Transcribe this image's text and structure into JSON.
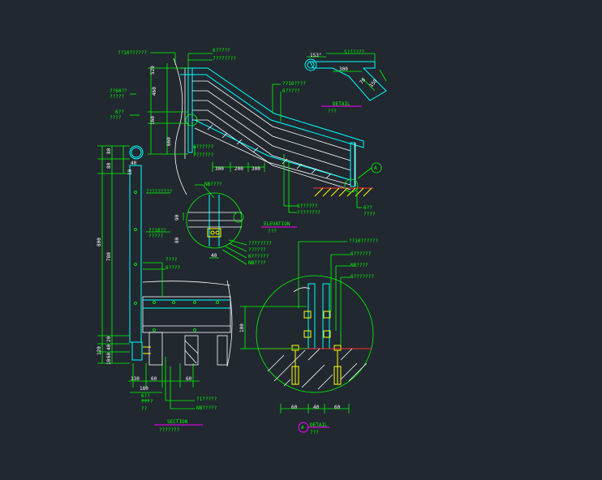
{
  "drawing": {
    "background": "#212830",
    "colors": {
      "dim": "#00ff00",
      "line": "#ffffff",
      "steel": "#00ffff",
      "bolt": "#ffff00",
      "ground": "#ff3030",
      "title": "#ff00ff"
    },
    "section": {
      "title": "SECTION",
      "subtitle": "???????",
      "labels": [
        "??10??????",
        "??60??",
        "?????",
        "6??",
        "????",
        "?????????",
        "??10??",
        "?????",
        "????",
        "6????",
        "6??",
        "????",
        "??",
        "?1?????",
        "NB?????"
      ],
      "dims": [
        "80",
        "80",
        "10",
        "800",
        "780",
        "120",
        "20",
        "40",
        "60",
        "10",
        "130",
        "180",
        "60",
        "60",
        "460",
        "40"
      ]
    },
    "elevation": {
      "title": "ELEVATION",
      "subtitle": "???",
      "labels": [
        "6?????",
        "7???????",
        "??10????",
        "6?????",
        "6??????",
        "???????",
        "NB????",
        "????????",
        "??????",
        "6??????",
        "NB????",
        "6??????",
        "????????",
        "6??",
        "????"
      ],
      "dims": [
        "300",
        "200",
        "300",
        "160",
        "520",
        "660",
        "90",
        "80",
        "40"
      ]
    },
    "detail_top": {
      "title": "DETAIL",
      "subtitle": "???",
      "labels": [
        "S??????"
      ],
      "dims": [
        "153°",
        "300",
        "70",
        "150"
      ]
    },
    "detail_a": {
      "title": "DETAIL",
      "subtitle": "???",
      "marker": "A",
      "labels": [
        "??10??????",
        "6??????",
        "NB????",
        "6???????"
      ],
      "dims": [
        "100",
        "60",
        "40",
        "60"
      ]
    }
  }
}
